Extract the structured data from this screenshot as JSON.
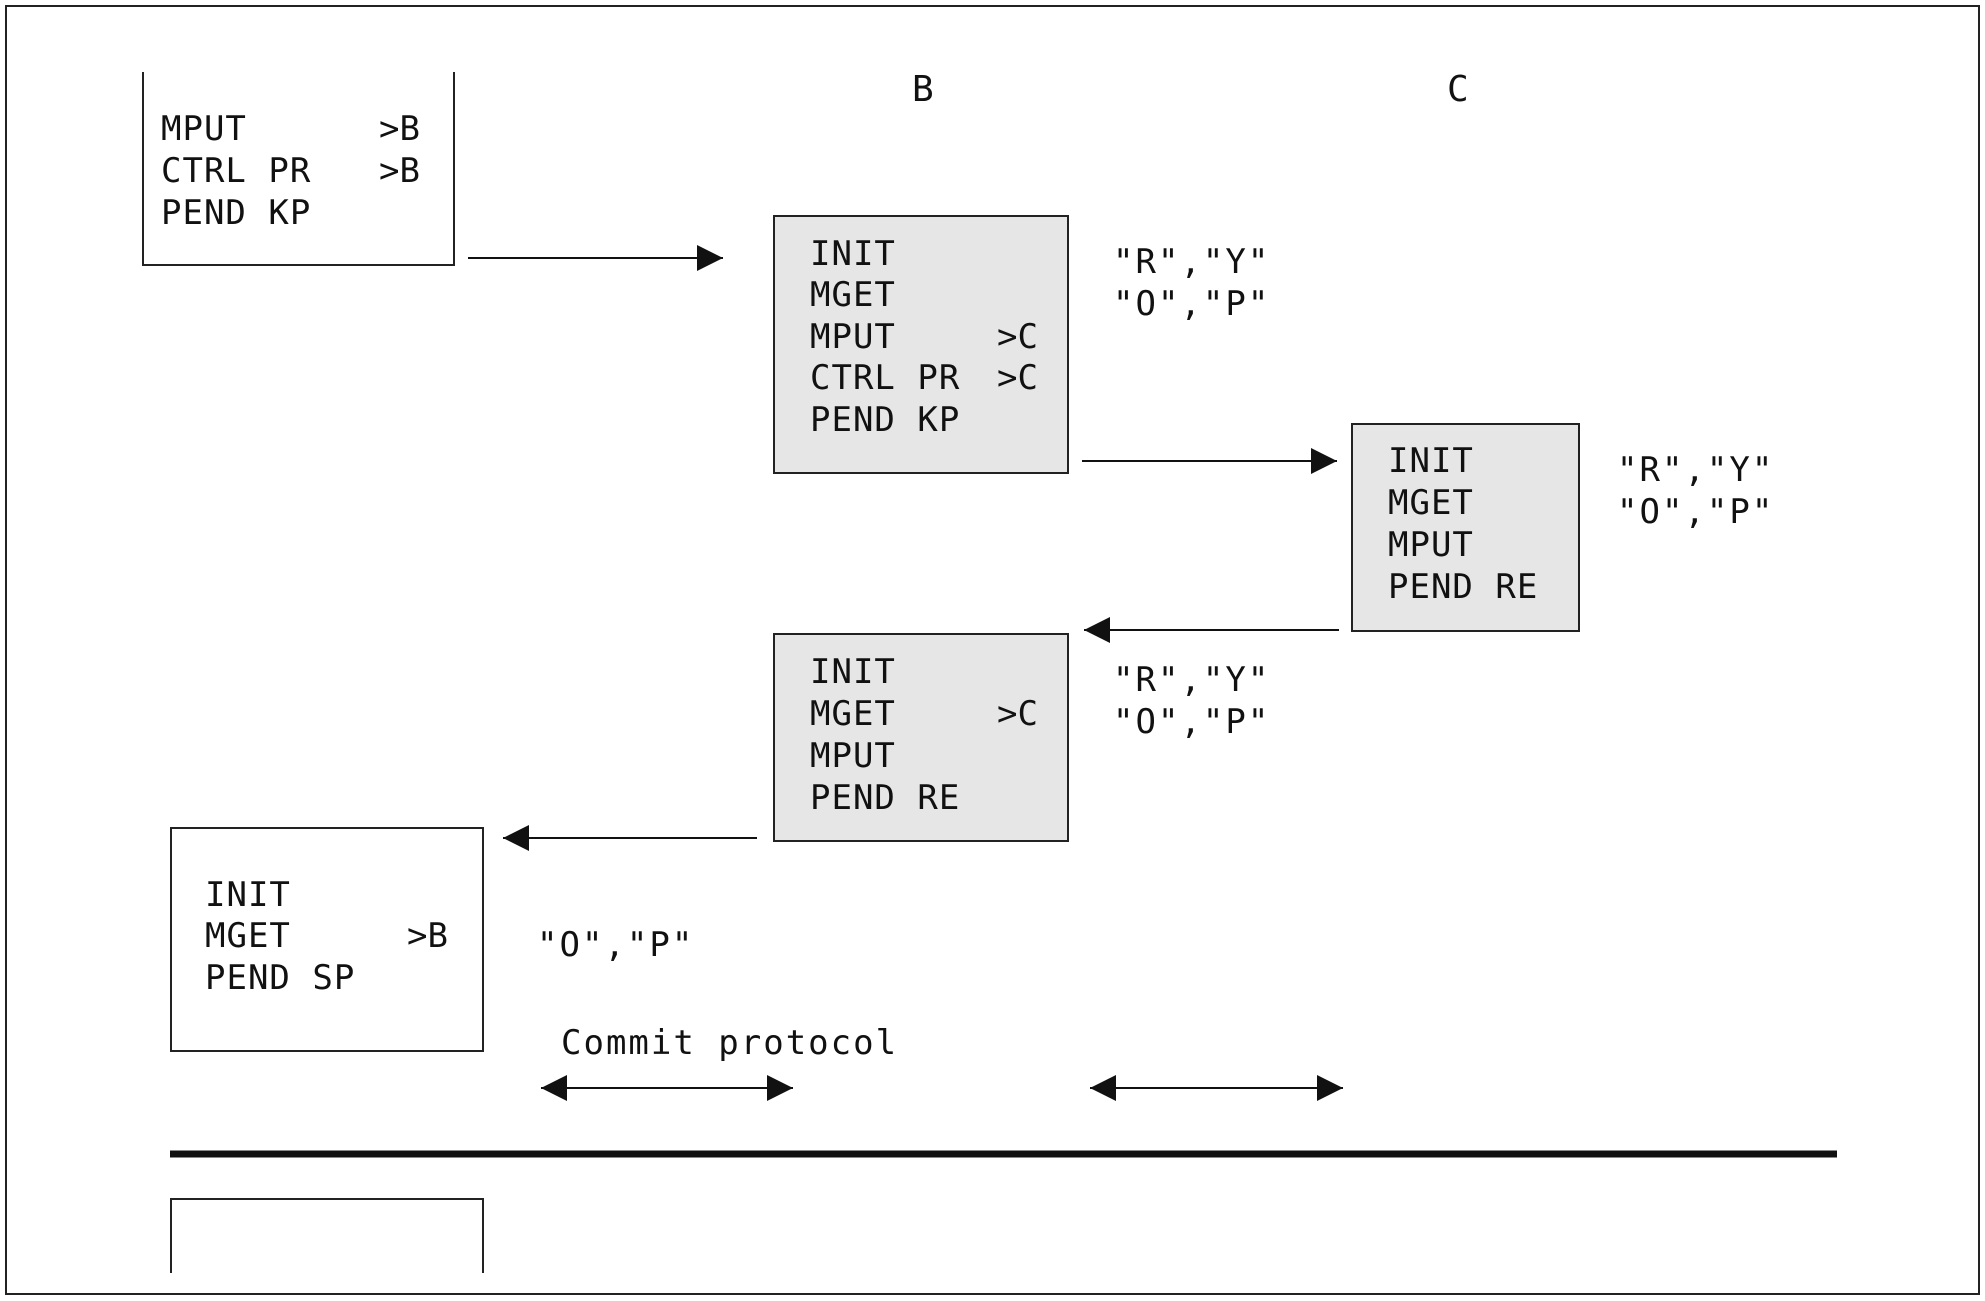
{
  "columns": {
    "b": "B",
    "c": "C"
  },
  "box_a_top": {
    "lines": [
      "MPUT",
      "CTRL PR",
      "PEND KP"
    ],
    "targets": [
      ">B",
      ">B",
      ""
    ]
  },
  "box_b_top": {
    "lines": [
      "INIT",
      "MGET",
      "MPUT",
      "CTRL PR",
      "PEND KP"
    ],
    "targets": [
      "",
      "",
      ">C",
      ">C",
      ""
    ],
    "note": [
      "\"R\",\"Y\"",
      "\"O\",\"P\""
    ]
  },
  "box_c": {
    "lines": [
      "INIT",
      "MGET",
      "MPUT",
      "PEND RE"
    ],
    "note": [
      "\"R\",\"Y\"",
      "\"O\",\"P\""
    ]
  },
  "box_b_bottom": {
    "lines": [
      "INIT",
      "MGET",
      "MPUT",
      "PEND RE"
    ],
    "targets": [
      "",
      ">C",
      "",
      ""
    ],
    "note": [
      "\"R\",\"Y\"",
      "\"O\",\"P\""
    ]
  },
  "box_a_bottom": {
    "lines": [
      "INIT",
      "MGET",
      "PEND SP"
    ],
    "targets": [
      "",
      ">B",
      ""
    ],
    "note": "\"O\",\"P\""
  },
  "commit_protocol_label": "Commit protocol",
  "colors": {
    "box_shade": "#e6e6e6",
    "ink": "#111111"
  }
}
